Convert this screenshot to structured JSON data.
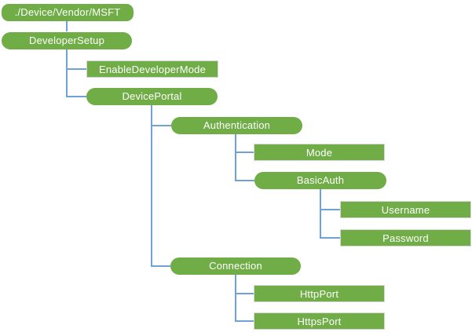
{
  "diagram_type": "tree",
  "nodes": [
    {
      "label": "./Device/Vendor/MSFT",
      "shape": "rounded",
      "parent": null
    },
    {
      "label": "DeveloperSetup",
      "shape": "rounded",
      "parent": "./Device/Vendor/MSFT"
    },
    {
      "label": "EnableDeveloperMode",
      "shape": "rect",
      "parent": "DeveloperSetup"
    },
    {
      "label": "DevicePortal",
      "shape": "rounded",
      "parent": "DeveloperSetup"
    },
    {
      "label": "Authentication",
      "shape": "rounded",
      "parent": "DevicePortal"
    },
    {
      "label": "Mode",
      "shape": "rect",
      "parent": "Authentication"
    },
    {
      "label": "BasicAuth",
      "shape": "rounded",
      "parent": "Authentication"
    },
    {
      "label": "Username",
      "shape": "rect",
      "parent": "BasicAuth"
    },
    {
      "label": "Password",
      "shape": "rect",
      "parent": "BasicAuth"
    },
    {
      "label": "Connection",
      "shape": "rounded",
      "parent": "DevicePortal"
    },
    {
      "label": "HttpPort",
      "shape": "rect",
      "parent": "Connection"
    },
    {
      "label": "HttpsPort",
      "shape": "rect",
      "parent": "Connection"
    }
  ],
  "colors": {
    "node_fill": "#70AD47",
    "node_text": "#FFFFFF",
    "connector": "#6FA1DA",
    "leaf_border": "#D8D8D8",
    "background": "#FFFFFF"
  }
}
